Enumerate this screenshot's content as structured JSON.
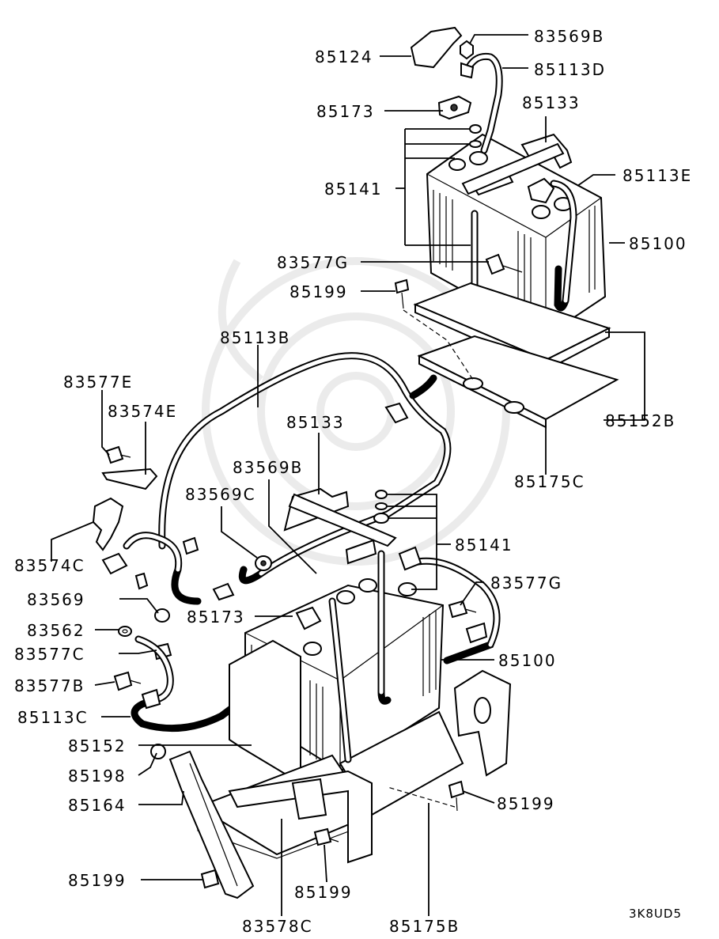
{
  "diagram_code": "3K8UD5",
  "callouts": [
    {
      "id": "c-85124",
      "text": "85124"
    },
    {
      "id": "c-83569B-top",
      "text": "83569B"
    },
    {
      "id": "c-85113D",
      "text": "85113D"
    },
    {
      "id": "c-85173-top",
      "text": "85173"
    },
    {
      "id": "c-85133-top",
      "text": "85133"
    },
    {
      "id": "c-85113E",
      "text": "85113E"
    },
    {
      "id": "c-85141-top",
      "text": "85141"
    },
    {
      "id": "c-85100-top",
      "text": "85100"
    },
    {
      "id": "c-83577G-top",
      "text": "83577G"
    },
    {
      "id": "c-85199-top",
      "text": "85199"
    },
    {
      "id": "c-85113B",
      "text": "85113B"
    },
    {
      "id": "c-83577E",
      "text": "83577E"
    },
    {
      "id": "c-85152B",
      "text": "85152B"
    },
    {
      "id": "c-83574E",
      "text": "83574E"
    },
    {
      "id": "c-85133-mid",
      "text": "85133"
    },
    {
      "id": "c-83569B-mid",
      "text": "83569B"
    },
    {
      "id": "c-85175C",
      "text": "85175C"
    },
    {
      "id": "c-83569C",
      "text": "83569C"
    },
    {
      "id": "c-85141-mid",
      "text": "85141"
    },
    {
      "id": "c-83574C",
      "text": "83574C"
    },
    {
      "id": "c-83577G-mid",
      "text": "83577G"
    },
    {
      "id": "c-83569",
      "text": "83569"
    },
    {
      "id": "c-85173-mid",
      "text": "85173"
    },
    {
      "id": "c-83562",
      "text": "83562"
    },
    {
      "id": "c-83577C",
      "text": "83577C"
    },
    {
      "id": "c-85100-mid",
      "text": "85100"
    },
    {
      "id": "c-83577B",
      "text": "83577B"
    },
    {
      "id": "c-85113C",
      "text": "85113C"
    },
    {
      "id": "c-85152",
      "text": "85152"
    },
    {
      "id": "c-85198",
      "text": "85198"
    },
    {
      "id": "c-85199-right",
      "text": "85199"
    },
    {
      "id": "c-85164",
      "text": "85164"
    },
    {
      "id": "c-85199-left",
      "text": "85199"
    },
    {
      "id": "c-85199-bottom",
      "text": "85199"
    },
    {
      "id": "c-83578C",
      "text": "83578C"
    },
    {
      "id": "c-85175B",
      "text": "85175B"
    }
  ]
}
